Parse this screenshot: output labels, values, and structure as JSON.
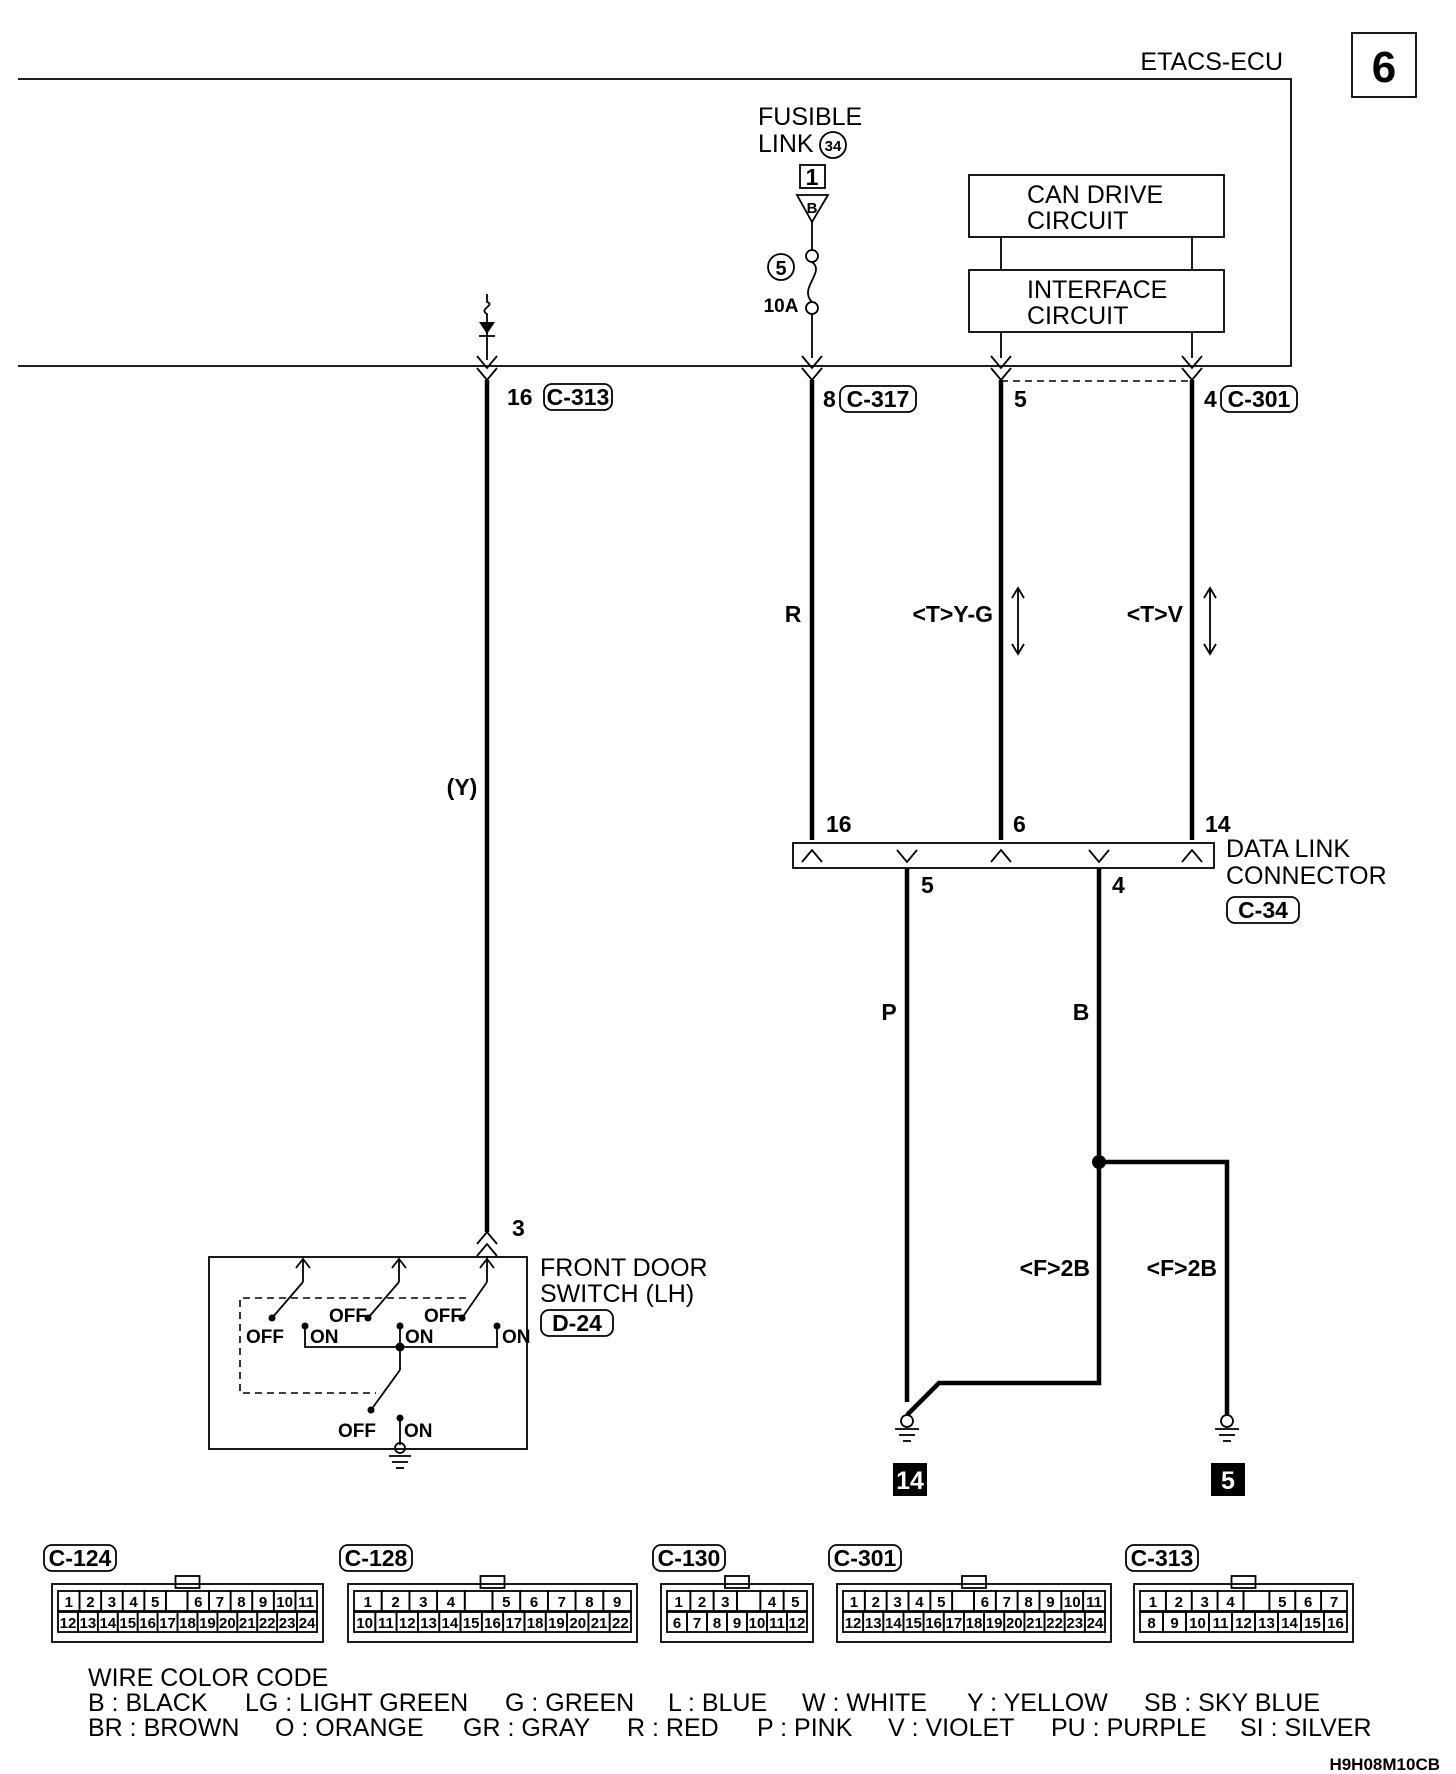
{
  "page_number": "6",
  "ecu_label": "ETACS-ECU",
  "fusible_link": {
    "line1": "FUSIBLE",
    "line2": "LINK",
    "number": "34",
    "terminal": "1",
    "terminal_letter": "B"
  },
  "fuse": {
    "number": "5",
    "rating": "10A"
  },
  "can_drive": {
    "line1": "CAN DRIVE",
    "line2": "CIRCUIT"
  },
  "interface": {
    "line1": "INTERFACE",
    "line2": "CIRCUIT"
  },
  "ecu_pins": {
    "p16": {
      "pin": "16",
      "connector": "C-313"
    },
    "p8": {
      "pin": "8",
      "connector": "C-317"
    },
    "p5": {
      "pin": "5"
    },
    "p4": {
      "pin": "4",
      "connector": "C-301"
    }
  },
  "wires": {
    "y": "(Y)",
    "r": "R",
    "yg": "<T>Y-G",
    "v": "<T>V",
    "p": "P",
    "b": "B",
    "f2b_left": "<F>2B",
    "f2b_right": "<F>2B"
  },
  "data_link": {
    "line1": "DATA LINK",
    "line2": "CONNECTOR",
    "connector": "C-34",
    "pin16": "16",
    "pin6": "6",
    "pin14": "14",
    "pin5": "5",
    "pin4": "4"
  },
  "door_switch": {
    "line1": "FRONT DOOR",
    "line2": "SWITCH (LH)",
    "connector": "D-24",
    "pin": "3",
    "off": "OFF",
    "on": "ON"
  },
  "grounds": {
    "g1": "14",
    "g2": "5"
  },
  "connectors": [
    {
      "name": "C-124",
      "rows": [
        [
          "1",
          "2",
          "3",
          "4",
          "5",
          "",
          "6",
          "7",
          "8",
          "9",
          "10",
          "11"
        ],
        [
          "12",
          "13",
          "14",
          "15",
          "16",
          "17",
          "18",
          "19",
          "20",
          "21",
          "22",
          "23",
          "24"
        ]
      ]
    },
    {
      "name": "C-128",
      "rows": [
        [
          "1",
          "2",
          "3",
          "4",
          "",
          "5",
          "6",
          "7",
          "8",
          "9"
        ],
        [
          "10",
          "11",
          "12",
          "13",
          "14",
          "15",
          "16",
          "17",
          "18",
          "19",
          "20",
          "21",
          "22"
        ]
      ]
    },
    {
      "name": "C-130",
      "rows": [
        [
          "1",
          "2",
          "3",
          "",
          "4",
          "5"
        ],
        [
          "6",
          "7",
          "8",
          "9",
          "10",
          "11",
          "12"
        ]
      ]
    },
    {
      "name": "C-301",
      "rows": [
        [
          "1",
          "2",
          "3",
          "4",
          "5",
          "",
          "6",
          "7",
          "8",
          "9",
          "10",
          "11"
        ],
        [
          "12",
          "13",
          "14",
          "15",
          "16",
          "17",
          "18",
          "19",
          "20",
          "21",
          "22",
          "23",
          "24"
        ]
      ]
    },
    {
      "name": "C-313",
      "rows": [
        [
          "1",
          "2",
          "3",
          "4",
          "",
          "5",
          "6",
          "7"
        ],
        [
          "8",
          "9",
          "10",
          "11",
          "12",
          "13",
          "14",
          "15",
          "16"
        ]
      ]
    }
  ],
  "legend": {
    "title": "WIRE COLOR CODE",
    "row1": [
      "B : BLACK",
      "LG : LIGHT GREEN",
      "G : GREEN",
      "L : BLUE",
      "W : WHITE",
      "Y : YELLOW",
      "SB : SKY BLUE"
    ],
    "row2": [
      "BR : BROWN",
      "O : ORANGE",
      "GR : GRAY",
      "R : RED",
      "P : PINK",
      "V : VIOLET",
      "PU : PURPLE",
      "SI : SILVER"
    ]
  },
  "diagram_code": "H9H08M10CB"
}
